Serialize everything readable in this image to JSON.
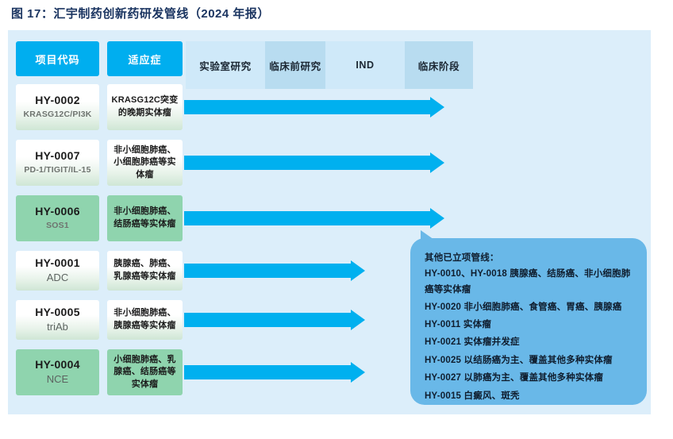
{
  "figure": {
    "title": "图 17：汇宇制药创新药研发管线（2024 年报）"
  },
  "colors": {
    "title_text": "#1b3561",
    "chart_bg": "#dceefa",
    "header_pill": "#00aeef",
    "stage_light": "#cfe9f9",
    "stage_dark": "#b8dcf0",
    "arrow": "#00b0ef",
    "cell_solid_green": "#8fd4ae",
    "callout_bg": "#69b8e8"
  },
  "header": {
    "code_label": "项目代码",
    "indication_label": "适应症",
    "stages": [
      {
        "label": "实验室研究",
        "shade": "light"
      },
      {
        "label": "临床前研究",
        "shade": "dark"
      },
      {
        "label": "IND",
        "shade": "light"
      },
      {
        "label": "临床阶段",
        "shade": "dark"
      }
    ]
  },
  "rows": [
    {
      "code": "HY-0002",
      "target": "KRASG12C/PI3K",
      "target_size": "small",
      "indication": "KRASG12C突变的晚期实体瘤",
      "fill": "gradient",
      "progress": "long"
    },
    {
      "code": "HY-0007",
      "target": "PD-1/TIGIT/IL-15",
      "target_size": "small",
      "indication": "非小细胞肺癌、小细胞肺癌等实体瘤",
      "fill": "gradient",
      "progress": "long"
    },
    {
      "code": "HY-0006",
      "target": "SOS1",
      "target_size": "small",
      "indication": "非小细胞肺癌、结肠癌等实体瘤",
      "fill": "solid",
      "progress": "long"
    },
    {
      "code": "HY-0001",
      "target": "ADC",
      "target_size": "large",
      "indication": "胰腺癌、肺癌、乳腺癌等实体瘤",
      "fill": "gradient",
      "progress": "short"
    },
    {
      "code": "HY-0005",
      "target": "triAb",
      "target_size": "large",
      "indication": "非小细胞肺癌、胰腺癌等实体瘤",
      "fill": "gradient",
      "progress": "short"
    },
    {
      "code": "HY-0004",
      "target": "NCE",
      "target_size": "large",
      "indication": "小细胞肺癌、乳腺癌、结肠癌等实体瘤",
      "fill": "solid",
      "progress": "short"
    }
  ],
  "callout": {
    "heading": "其他已立项管线：",
    "lines": [
      "HY-0010、HY-0018 胰腺癌、结肠癌、非小细胞肺癌等实体瘤",
      "HY-0020 非小细胞肺癌、食管癌、胃癌、胰腺癌",
      "HY-0011 实体瘤",
      "HY-0021 实体瘤并发症",
      "HY-0025 以结肠癌为主、覆盖其他多种实体瘤",
      "HY-0027 以肺癌为主、覆盖其他多种实体瘤",
      "HY-0015 白癜风、斑秃"
    ]
  }
}
